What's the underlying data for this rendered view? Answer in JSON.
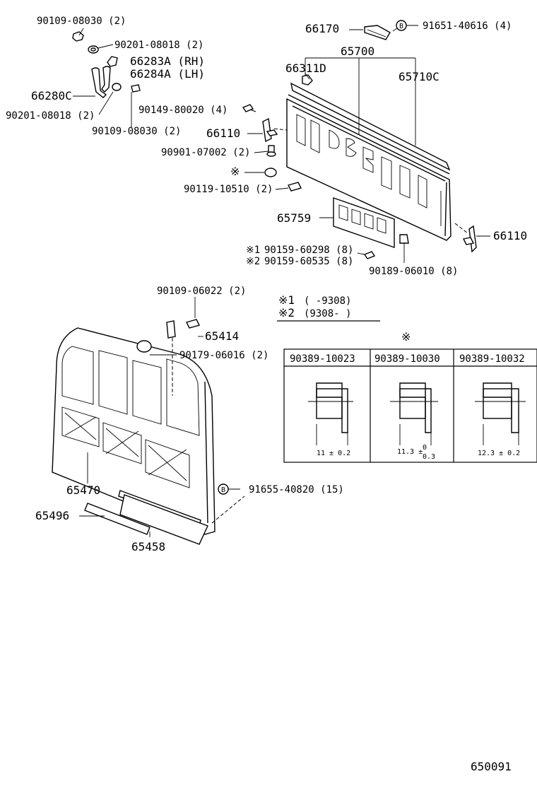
{
  "callouts": {
    "c1": "90109-08030 (2)",
    "c2": "90201-08018 (2)",
    "c3": "66283A (RH)",
    "c4": "66284A (LH)",
    "c5": "66280C",
    "c6": "90201-08018 (2)",
    "c7": "90109-08030 (2)",
    "c8": "90149-80020 (4)",
    "c9": "66110",
    "c10": "90901-07002 (2)",
    "c11": "90119-10510 (2)",
    "c12": "66170",
    "c13": "91651-40616 (4)",
    "c14": "65700",
    "c15": "66311D",
    "c16": "65710C",
    "c17": "65759",
    "c18": "66110",
    "c19": "90159-60298 (8)",
    "c20": "90159-60535 (8)",
    "c21": "90189-06010 (8)",
    "c22": "90109-06022 (2)",
    "c23": "65414",
    "c24": "90179-06016 (2)",
    "c25": "91655-40820 (15)",
    "c26": "65470",
    "c27": "65496",
    "c28": "65458"
  },
  "markers": {
    "asterisk": "※",
    "a1": "※1",
    "a2": "※2",
    "b_letter": "B"
  },
  "legend": {
    "n1": "※1",
    "r1": "(        -9308)",
    "n2": "※2",
    "r2": "(9308-       )"
  },
  "table": {
    "title": "※",
    "headers": [
      "90389-10023",
      "90389-10030",
      "90389-10032"
    ],
    "dims": [
      "11 ± 0.2",
      "11.3 ± ",
      "12.3 ± 0.2"
    ],
    "dim2_upper": "0",
    "dim2_lower": "0.3"
  },
  "footer": {
    "code": "650091"
  }
}
